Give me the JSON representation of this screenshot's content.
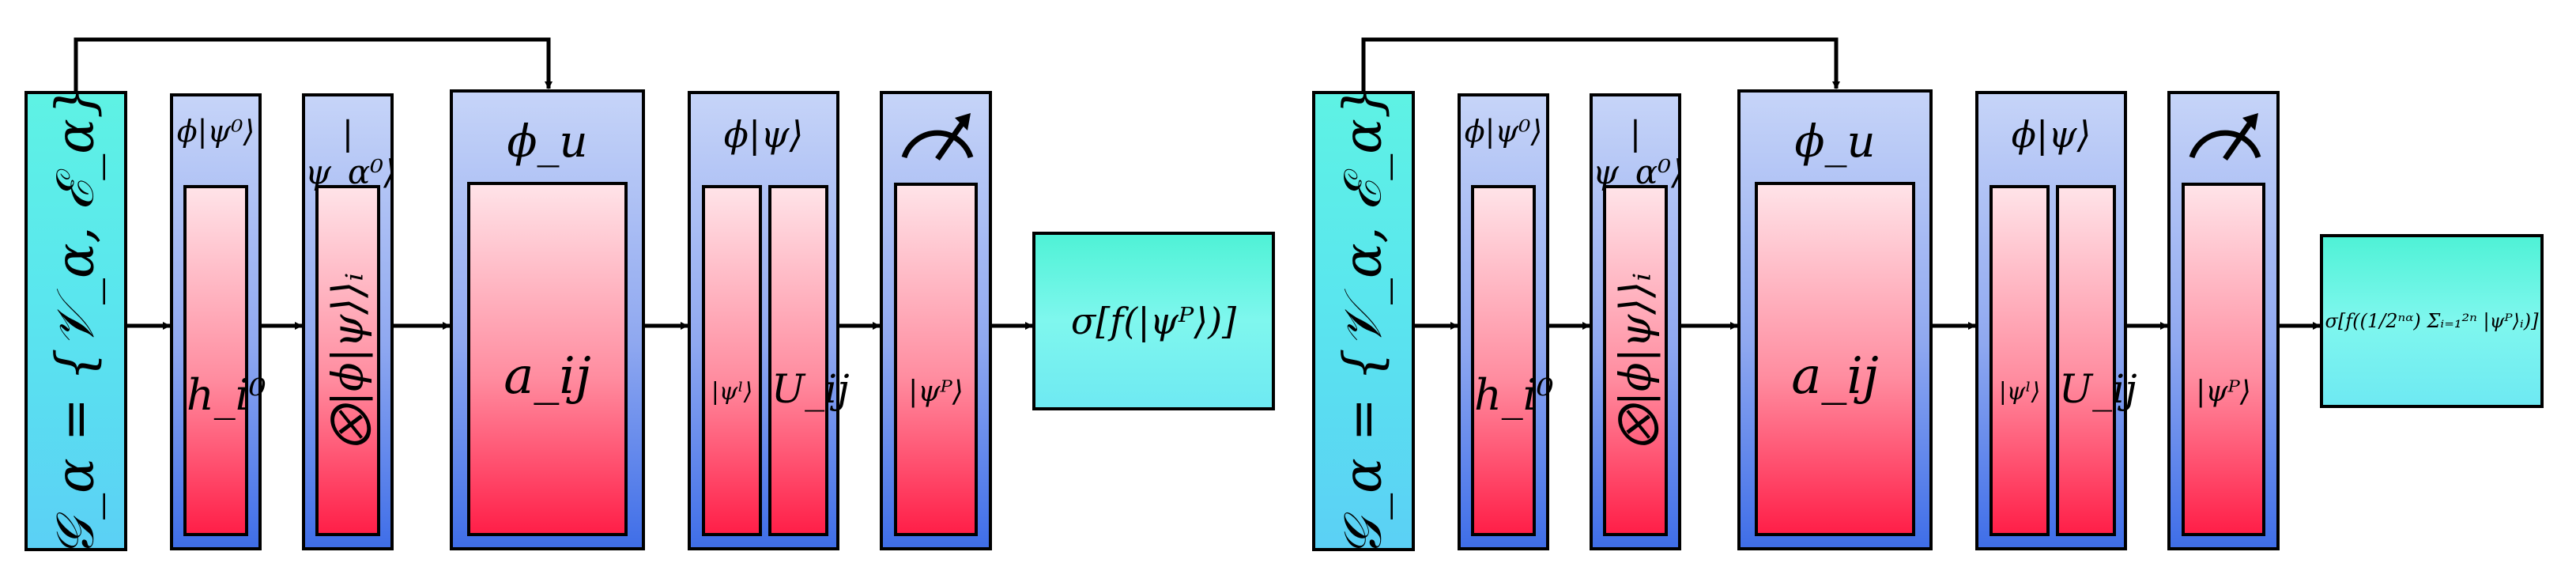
{
  "pipelines": [
    {
      "graph_label": "𝒢_α = {𝒱_α, ℰ_α}",
      "init_header": "ϕ|ψ⁰⟩",
      "init_label": "h_i⁰",
      "state_header": "|ψ_α⁰⟩",
      "state_label": "⨂|ϕ|ψ⟩⟩ᵢ",
      "unitary_header": "ϕ_u",
      "unitary_label": "a_ij",
      "evolve_header": "ϕ|ψ⟩",
      "evolve_label_a": "|ψˡ⟩",
      "evolve_label_b": "U_ij",
      "measure_icon": "measurement-meter-icon",
      "measure_label": "|ψᴾ⟩",
      "output_label": "σ[f(|ψᴾ⟩)]"
    },
    {
      "graph_label": "𝒢_α = {𝒱_α, ℰ_α}",
      "init_header": "ϕ|ψ⁰⟩",
      "init_label": "h_i⁰",
      "state_header": "|ψ_α⁰⟩",
      "state_label": "⨂|ϕ|ψ⟩⟩ᵢ",
      "unitary_header": "ϕ_u",
      "unitary_label": "a_ij",
      "evolve_header": "ϕ|ψ⟩",
      "evolve_label_a": "|ψˡ⟩",
      "evolve_label_b": "U_ij",
      "measure_icon": "measurement-meter-icon",
      "measure_label": "|ψᴾ⟩",
      "output_label": "σ[f((1/2ⁿᵅ) Σᵢ₌₁²ⁿ |ψᴾ⟩ᵢ)]"
    }
  ]
}
